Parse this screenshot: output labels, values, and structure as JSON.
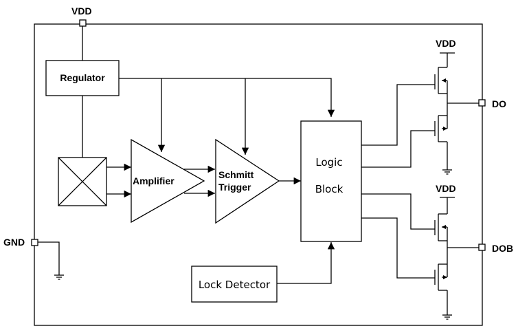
{
  "pins": {
    "vdd_top": "VDD",
    "gnd": "GND",
    "do": "DO",
    "dob": "DOB",
    "vdd_do": "VDD",
    "vdd_dob": "VDD"
  },
  "blocks": {
    "regulator": "Regulator",
    "amplifier": "Amplifier",
    "schmitt_line1": "Schmitt",
    "schmitt_line2": "Trigger",
    "logic_line1": "Logic",
    "logic_line2": "Block",
    "lock_detector": "Lock Detector"
  },
  "colors": {
    "line": "#000000",
    "background": "#ffffff"
  }
}
